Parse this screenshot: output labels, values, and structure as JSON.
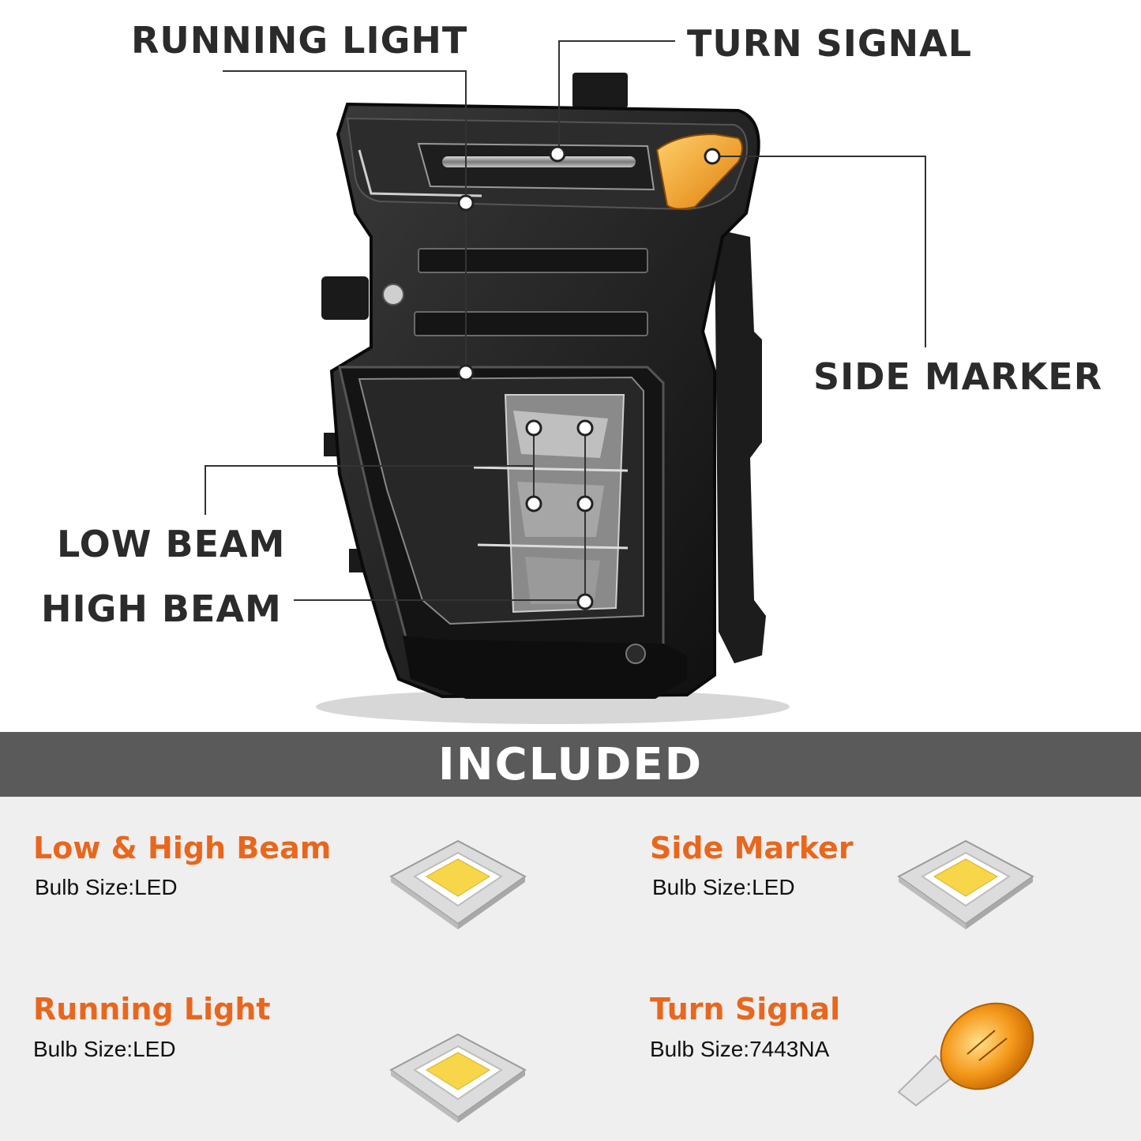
{
  "callouts": {
    "running_light": "RUNNING LIGHT",
    "turn_signal": "TURN SIGNAL",
    "side_marker": "SIDE MARKER",
    "low_beam": "LOW BEAM",
    "high_beam": "HIGH BEAM"
  },
  "included": {
    "title": "INCLUDED",
    "items": [
      {
        "name": "Low & High Beam",
        "size": "Bulb Size:LED",
        "icon": "led-chip-icon"
      },
      {
        "name": "Side Marker",
        "size": "Bulb Size:LED",
        "icon": "led-chip-icon"
      },
      {
        "name": "Running Light",
        "size": "Bulb Size:LED",
        "icon": "led-chip-icon"
      },
      {
        "name": "Turn Signal",
        "size": "Bulb Size:7443NA",
        "icon": "amber-bulb-icon"
      }
    ]
  },
  "colors": {
    "accent": "#e8671d",
    "band": "#5a5a5a",
    "amber": "#f29a1e",
    "led": "#f7d64a"
  }
}
